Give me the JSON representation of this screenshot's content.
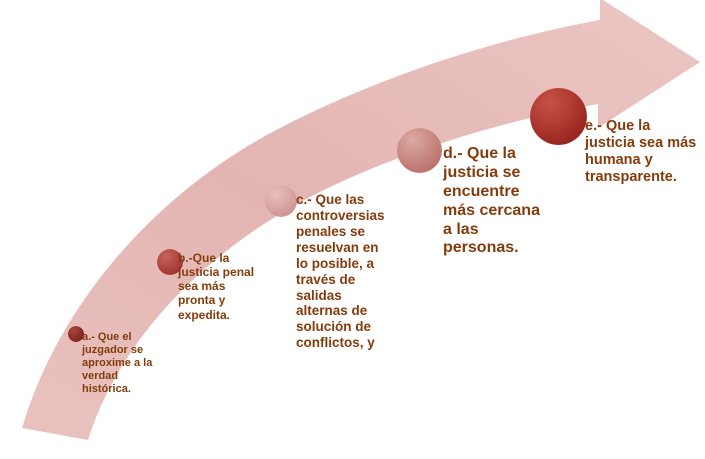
{
  "diagram": {
    "type": "progression-arrow",
    "arrow_color": "#E3B5B2",
    "arrow_color_light": "#F0D2CF",
    "label_color": "#843C0C",
    "nodes": [
      {
        "id": "a",
        "label": "a.- Que el juzgador se aproxime a la verdad histórica.",
        "dot_color": "#8E2A25"
      },
      {
        "id": "b",
        "label": "b.-Que la justicia penal sea  más pronta y expedita.",
        "dot_color": "#B2453F"
      },
      {
        "id": "c",
        "label": "c.- Que las controversias penales se resuelvan en lo posible, a través de salidas alternas de solución de conflictos, y",
        "dot_color": "#D9A3A0"
      },
      {
        "id": "d",
        "label": "d.- Que la justicia se encuentre más cercana a las personas.",
        "dot_color": "#C98B86"
      },
      {
        "id": "e",
        "label": "e.- Que la justicia sea más humana y transparente.",
        "dot_color": "#AF3C34"
      }
    ]
  }
}
